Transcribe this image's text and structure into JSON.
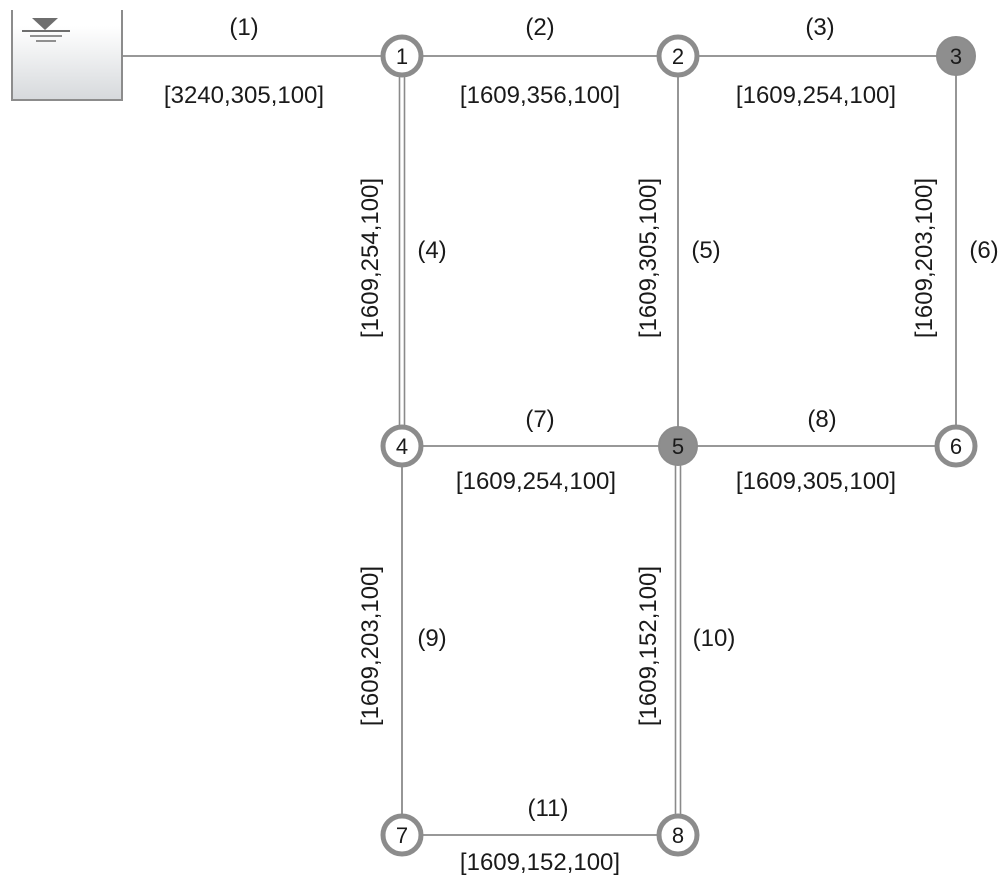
{
  "nodes": [
    {
      "id": "1",
      "type": "junction"
    },
    {
      "id": "2",
      "type": "junction"
    },
    {
      "id": "3",
      "type": "highlight"
    },
    {
      "id": "4",
      "type": "junction"
    },
    {
      "id": "5",
      "type": "highlight"
    },
    {
      "id": "6",
      "type": "junction"
    },
    {
      "id": "7",
      "type": "junction"
    },
    {
      "id": "8",
      "type": "junction"
    }
  ],
  "pipes": [
    {
      "label": "(1)",
      "props": "[3240,305,100]",
      "from": "reservoir",
      "to": "1"
    },
    {
      "label": "(2)",
      "props": "[1609,356,100]",
      "from": "1",
      "to": "2"
    },
    {
      "label": "(3)",
      "props": "[1609,254,100]",
      "from": "2",
      "to": "3"
    },
    {
      "label": "(4)",
      "props": "[1609,254,100]",
      "from": "1",
      "to": "4"
    },
    {
      "label": "(5)",
      "props": "[1609,305,100]",
      "from": "2",
      "to": "5"
    },
    {
      "label": "(6)",
      "props": "[1609,203,100]",
      "from": "3",
      "to": "6"
    },
    {
      "label": "(7)",
      "props": "[1609,254,100]",
      "from": "4",
      "to": "5"
    },
    {
      "label": "(8)",
      "props": "[1609,305,100]",
      "from": "5",
      "to": "6"
    },
    {
      "label": "(9)",
      "props": "[1609,203,100]",
      "from": "4",
      "to": "7"
    },
    {
      "label": "(10)",
      "props": "[1609,152,100]",
      "from": "5",
      "to": "8"
    },
    {
      "label": "(11)",
      "props": "[1609,152,100]",
      "from": "7",
      "to": "8"
    }
  ],
  "colors": {
    "line": "#8a8a8a",
    "node_ring": "#8c8c8c",
    "node_fill": "#ffffff",
    "node_highlight_fill": "#8e8e8e",
    "reservoir_stroke": "#8c8c8c",
    "reservoir_water_top": "#ffffff",
    "reservoir_water_bottom": "#d6d9dc"
  }
}
